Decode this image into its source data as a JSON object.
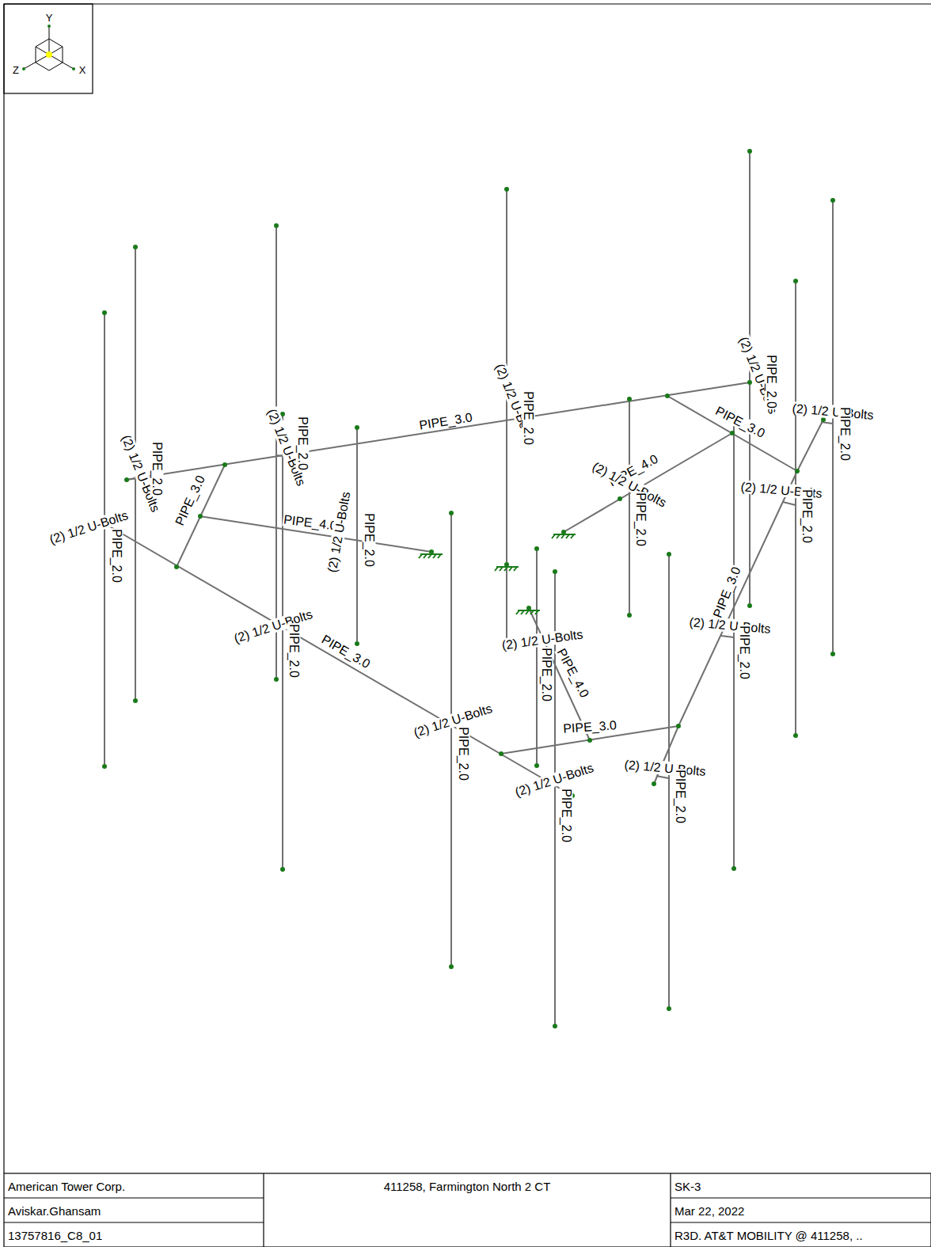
{
  "diagram": {
    "labels": [
      "Y",
      "Z",
      "X",
      "PIPE_3.0",
      "PIPE_3.0",
      "PIPE_3.0",
      "PIPE_4.0",
      "PIPE_4.0",
      "PIPE_3.0",
      "PIPE_3.0",
      "PIPE_4.0",
      "PIPE_3.0",
      "(2) 1/2 U-Bolts",
      "PIPE_2.0",
      "(2) 1/2 U-Bolts",
      "PIPE_2.0",
      "(2) 1/2 U-Bolts",
      "PIPE_2.0",
      "(2) 1/2 U-Bolts",
      "PIPE_2.0",
      "(2) 1/2 U-Bolts",
      "PIPE_2.0",
      "(2) 1/2 U-Bolts",
      "PIPE_2.0",
      "(2) 1/2 U-Bolts",
      "PIPE_2.0",
      "(2) 1/2 U-Bolts",
      "PIPE_2.0",
      "(2) 1/2 U-Bolts",
      "PIPE_2.0",
      "(2) 1/2 U-Bolts",
      "PIPE_2.0",
      "(2) 1/2 U-Bolts",
      "PIPE_2.0",
      "(2) 1/2 U-Bolts",
      "PIPE_2.0",
      "(2) 1/2 U-Bolts",
      "PIPE_2.0",
      "(2) 1/2 U-Bolts",
      "PIPE_2.0",
      "(2) 1/2 U-Bolts",
      "PIPE_2.0",
      "American Tower Corp.",
      "Aviskar.Ghansam",
      "13757816_C8_01",
      "411258, Farmington North 2 CT",
      "SK-3",
      "Mar 22, 2022",
      "R3D. AT&T MOBILITY @ 411258, .."
    ]
  }
}
